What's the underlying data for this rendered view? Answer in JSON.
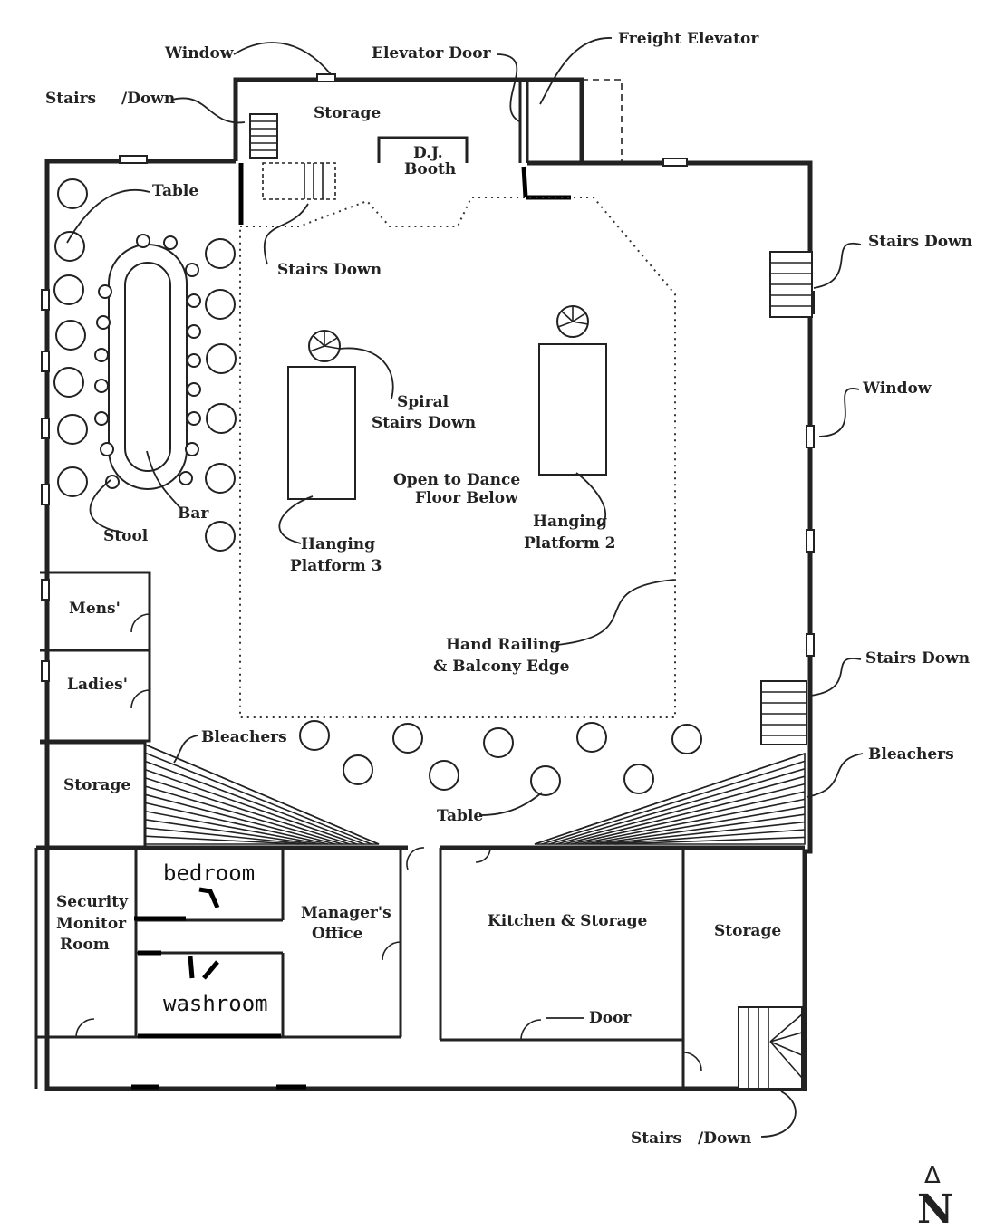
{
  "labels": {
    "window_top": "Window",
    "elevator_door": "Elevator Door",
    "freight_elevator": "Freight Elevator",
    "stairs_top_left_a": "Stairs",
    "stairs_top_left_b": "/Down",
    "storage_top": "Storage",
    "dj_booth_1": "D.J.",
    "dj_booth_2": "Booth",
    "table_nw": "Table",
    "stairs_down_nw": "Stairs Down",
    "stairs_down_ne": "Stairs Down",
    "window_east": "Window",
    "spiral_1": "Spiral",
    "spiral_2": "Stairs Down",
    "open_1": "Open to Dance",
    "open_2": "Floor Below",
    "bar": "Bar",
    "stool": "Stool",
    "hp3_1": "Hanging",
    "hp3_2": "Platform 3",
    "hp2_1": "Hanging",
    "hp2_2": "Platform 2",
    "mens": "Mens'",
    "ladies": "Ladies'",
    "railing_1": "Hand Railing",
    "railing_2": "& Balcony Edge",
    "stairs_down_e": "Stairs Down",
    "bleachers_w": "Bleachers",
    "bleachers_e": "Bleachers",
    "storage_w": "Storage",
    "table_s": "Table",
    "bedroom": "bedroom",
    "security_1": "Security",
    "security_2": "Monitor",
    "security_3": "Room",
    "manager_1": "Manager's",
    "manager_2": "Office",
    "kitchen": "Kitchen & Storage",
    "storage_se": "Storage",
    "washroom": "washroom",
    "door": "Door",
    "stairs_bottom_a": "Stairs",
    "stairs_bottom_b": "/Down",
    "north_triangle": "Δ",
    "north": "N"
  }
}
